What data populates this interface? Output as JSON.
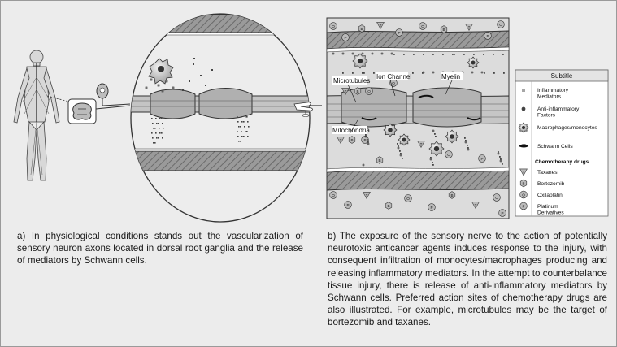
{
  "panel_a": {
    "caption": "a) In physiological conditions stands out the vascularization of sensory neuron axons located in dorsal root ganglia and the release of mediators by Schwann cells."
  },
  "panel_b": {
    "labels": {
      "microtubules": "Microtubules",
      "ion_channel": "Ion Channel",
      "myelin": "Myelin",
      "mitochondria": "Mitochondria"
    },
    "caption": "b) The exposure of the sensory nerve to the action of potentially neurotoxic anticancer agents induces response to the injury, with consequent infiltration of monocytes/macrophages producing and releasing inflammatory mediators. In the attempt to counterbalance tissue injury, there is release of anti-inflammatory mediators by Schwann cells. Preferred action sites of chemotherapy drugs are also illustrated. For example, microtubules may be the target of bortezomib and taxanes."
  },
  "legend": {
    "title": "Subtitle",
    "items": [
      {
        "label": "Inflammatory Mediators",
        "symbol": "hash"
      },
      {
        "label": "Anti-inflammatory Factors",
        "symbol": "dot"
      },
      {
        "label": "Macrophages/monocytes",
        "symbol": "macrophage"
      },
      {
        "label": "Schwann Cells",
        "symbol": "schwann"
      }
    ],
    "drugs_heading": "Chemotherapy drugs",
    "drugs": [
      {
        "label": "Taxanes",
        "symbol": "T",
        "shape": "triangle"
      },
      {
        "label": "Bortezomib",
        "symbol": "B",
        "shape": "hexagon"
      },
      {
        "label": "Oxilaplatin",
        "symbol": "O",
        "shape": "circle"
      },
      {
        "label": "Platinum Derivatives",
        "symbol": "P",
        "shape": "circle"
      }
    ]
  },
  "colors": {
    "vessel_wall": "#8c8c8c",
    "axon": "#bfbfbf",
    "background": "#ececec",
    "ink": "#333333"
  }
}
